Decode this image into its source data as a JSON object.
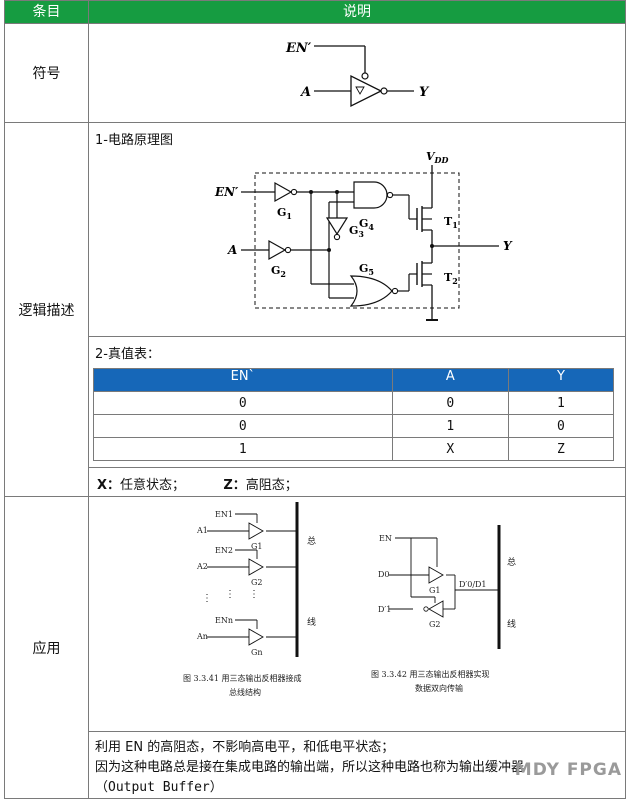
{
  "header": {
    "col1": "条目",
    "col2": "说明"
  },
  "symbol": {
    "label": "符号",
    "en": "EN′",
    "a": "A",
    "y": "Y"
  },
  "logic": {
    "label": "逻辑描述",
    "circuit_title": "1-电路原理图",
    "circuit": {
      "vdd": "V",
      "vdd_sub": "DD",
      "en": "EN′",
      "a": "A",
      "y": "Y",
      "g1": "G",
      "g1_sub": "1",
      "g2": "G",
      "g2_sub": "2",
      "g3": "G",
      "g3_sub": "3",
      "g4": "G",
      "g4_sub": "4",
      "g5": "G",
      "g5_sub": "5",
      "t1": "T",
      "t1_sub": "1",
      "t2": "T",
      "t2_sub": "2"
    },
    "truth_title": "2-真值表：",
    "truth_table": {
      "headers": [
        "EN`",
        "A",
        "Y"
      ],
      "rows": [
        [
          "0",
          "0",
          "1"
        ],
        [
          "0",
          "1",
          "0"
        ],
        [
          "1",
          "X",
          "Z"
        ]
      ]
    },
    "legend": {
      "x_key": "X：",
      "x_text": "任意状态；",
      "z_key": "Z：",
      "z_text": "高阻态；"
    }
  },
  "app": {
    "label": "应用",
    "fig1": {
      "inputs_en": [
        "EN1",
        "EN2",
        "ENn"
      ],
      "inputs_a": [
        "A1",
        "A2",
        "An"
      ],
      "gates": [
        "G1",
        "G2",
        "Gn"
      ],
      "bus_top": "总",
      "bus_bottom": "线",
      "caption_line1": "图 3.3.41   用三态输出反相器接成",
      "caption_line2": "总线结构"
    },
    "fig2": {
      "en": "EN",
      "d0": "D0",
      "d1": "D′1",
      "g1": "G1",
      "g2": "G2",
      "out": "D′0/D1",
      "bus_top": "总",
      "bus_bottom": "线",
      "caption_line1": "图 3.3.42   用三态输出反相器实现",
      "caption_line2": "数据双向传输"
    },
    "note_line1": "利用 EN 的高阻态，不影响高电平，和低电平状态；",
    "note_line2": "因为这种电路总是接在集成电路的输出端，所以这种电路也称为输出缓冲器",
    "note_line3": "（Output Buffer）"
  },
  "watermark": "MDY FPGA"
}
